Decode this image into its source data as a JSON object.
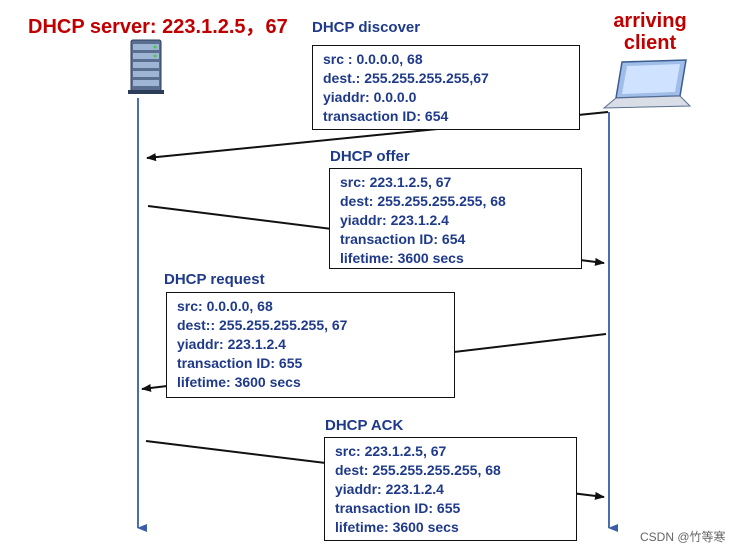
{
  "server_title": "DHCP server: 223.1.2.5，67",
  "client_title": [
    "arriving",
    "client"
  ],
  "messages": [
    {
      "title": "DHCP discover",
      "lines": [
        "src : 0.0.0.0, 68",
        "dest.: 255.255.255.255,67",
        "yiaddr:    0.0.0.0",
        "transaction ID: 654"
      ]
    },
    {
      "title": "DHCP offer",
      "lines": [
        "src: 223.1.2.5, 67",
        "dest:  255.255.255.255, 68",
        "yiaddr: 223.1.2.4",
        "transaction ID: 654",
        "lifetime: 3600 secs"
      ]
    },
    {
      "title": "DHCP request",
      "lines": [
        "src:  0.0.0.0, 68",
        "dest::  255.255.255.255, 67",
        "yiaddr: 223.1.2.4",
        "transaction ID: 655",
        "lifetime: 3600 secs"
      ]
    },
    {
      "title": "DHCP ACK",
      "lines": [
        "src: 223.1.2.5, 67",
        "dest:  255.255.255.255, 68",
        "yiaddr: 223.1.2.4",
        "transaction ID: 655",
        "lifetime: 3600 secs"
      ]
    }
  ],
  "watermark": "CSDN @竹等寒",
  "colors": {
    "title_red": "#c00000",
    "text_blue": "#1f3a8a",
    "timeline_blue": "#4a6fb0"
  },
  "icons": {
    "server": "server-tower-icon",
    "client": "laptop-icon"
  }
}
